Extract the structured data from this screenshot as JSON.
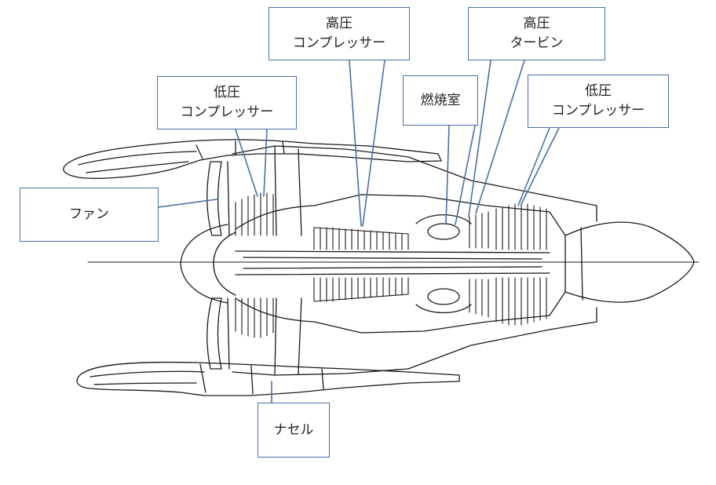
{
  "labels": {
    "hp_compressor": [
      "高圧",
      "コンプレッサー"
    ],
    "hp_turbine": [
      "高圧",
      "タービン"
    ],
    "lp_compressor": [
      "低圧",
      "コンプレッサー"
    ],
    "combustor": [
      "燃焼室"
    ],
    "lp_turbine": [
      "低圧",
      "コンプレッサー"
    ],
    "fan": [
      "ファン"
    ],
    "nacelle": [
      "ナセル"
    ]
  },
  "colors": {
    "callout_border": "#4a6fa5",
    "leader_line": "#4a6fa5",
    "drawing_ink": "#1a1a1a",
    "background": "#ffffff"
  }
}
